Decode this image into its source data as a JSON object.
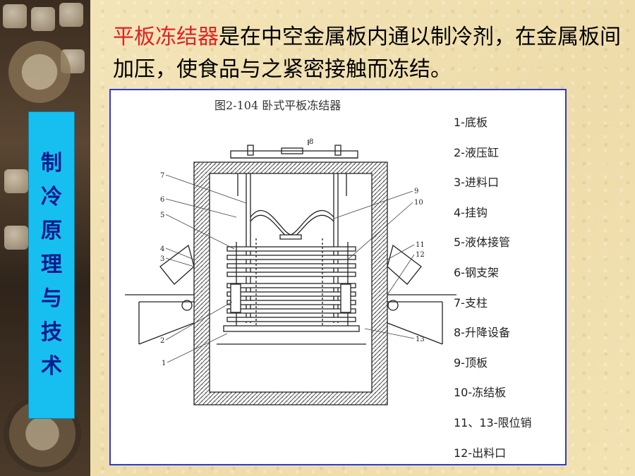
{
  "sidebar": {
    "title_chars": [
      "制",
      "冷",
      "原",
      "理",
      "与",
      "技",
      "术"
    ]
  },
  "headline": {
    "term": "平板冻结器",
    "text": "是在中空金属板内通以制冷剂，在金属板间加压，使食品与之紧密接触而冻结。"
  },
  "figure": {
    "caption": "图2-104 卧式平板冻结器",
    "legend": [
      "1-底板",
      "2-液压缸",
      "3-进料口",
      "4-挂钩",
      "5-液体接管",
      "6-钢支架",
      "7-支柱",
      "8-升降设备",
      "9-顶板",
      "10-冻结板",
      "11、13-限位销",
      "12-出料口"
    ],
    "callouts": [
      "1",
      "2",
      "3",
      "4",
      "5",
      "6",
      "7",
      "8",
      "9",
      "10",
      "11",
      "12",
      "13"
    ]
  },
  "colors": {
    "term_red": "#e02222",
    "sidebar_blue": "#17bff0",
    "sidebar_text": "#0a1a8c",
    "figure_border": "#2e3bd0"
  }
}
